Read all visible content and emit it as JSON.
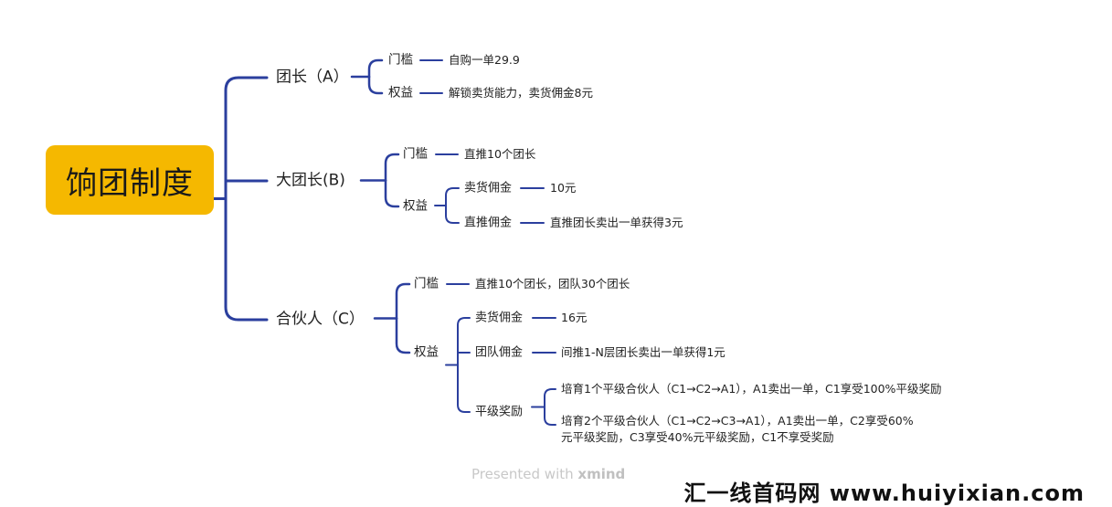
{
  "root": "饷团制度",
  "branches": [
    {
      "label": "团长（A）",
      "children": [
        {
          "label": "门槛",
          "value": "自购一单29.9"
        },
        {
          "label": "权益",
          "value": "解锁卖货能力，卖货佣金8元"
        }
      ]
    },
    {
      "label": "大团长(B)",
      "children": [
        {
          "label": "门槛",
          "value": "直推10个团长"
        },
        {
          "label": "权益",
          "children": [
            {
              "label": "卖货佣金",
              "value": "10元"
            },
            {
              "label": "直推佣金",
              "value": "直推团长卖出一单获得3元"
            }
          ]
        }
      ]
    },
    {
      "label": "合伙人（C）",
      "children": [
        {
          "label": "门槛",
          "value": "直推10个团长，团队30个团长"
        },
        {
          "label": "权益",
          "children": [
            {
              "label": "卖货佣金",
              "value": "16元"
            },
            {
              "label": "团队佣金",
              "value": "间推1-N层团长卖出一单获得1元"
            },
            {
              "label": "平级奖励",
              "values": [
                "培育1个平级合伙人（C1→C2→A1），A1卖出一单，C1享受100%平级奖励",
                [
                  "培育2个平级合伙人（C1→C2→C3→A1），A1卖出一单，C2享受60%",
                  "元平级奖励，C3享受40%元平级奖励，C1不享受奖励"
                ]
              ]
            }
          ]
        }
      ]
    }
  ],
  "watermarks": {
    "xmind_prefix": "Presented with",
    "xmind_brand": "xmind",
    "site": "汇一线首码网 www.huiyixian.com"
  },
  "colors": {
    "root_fill": "#f5b800",
    "connector": "#2b3f9e"
  }
}
